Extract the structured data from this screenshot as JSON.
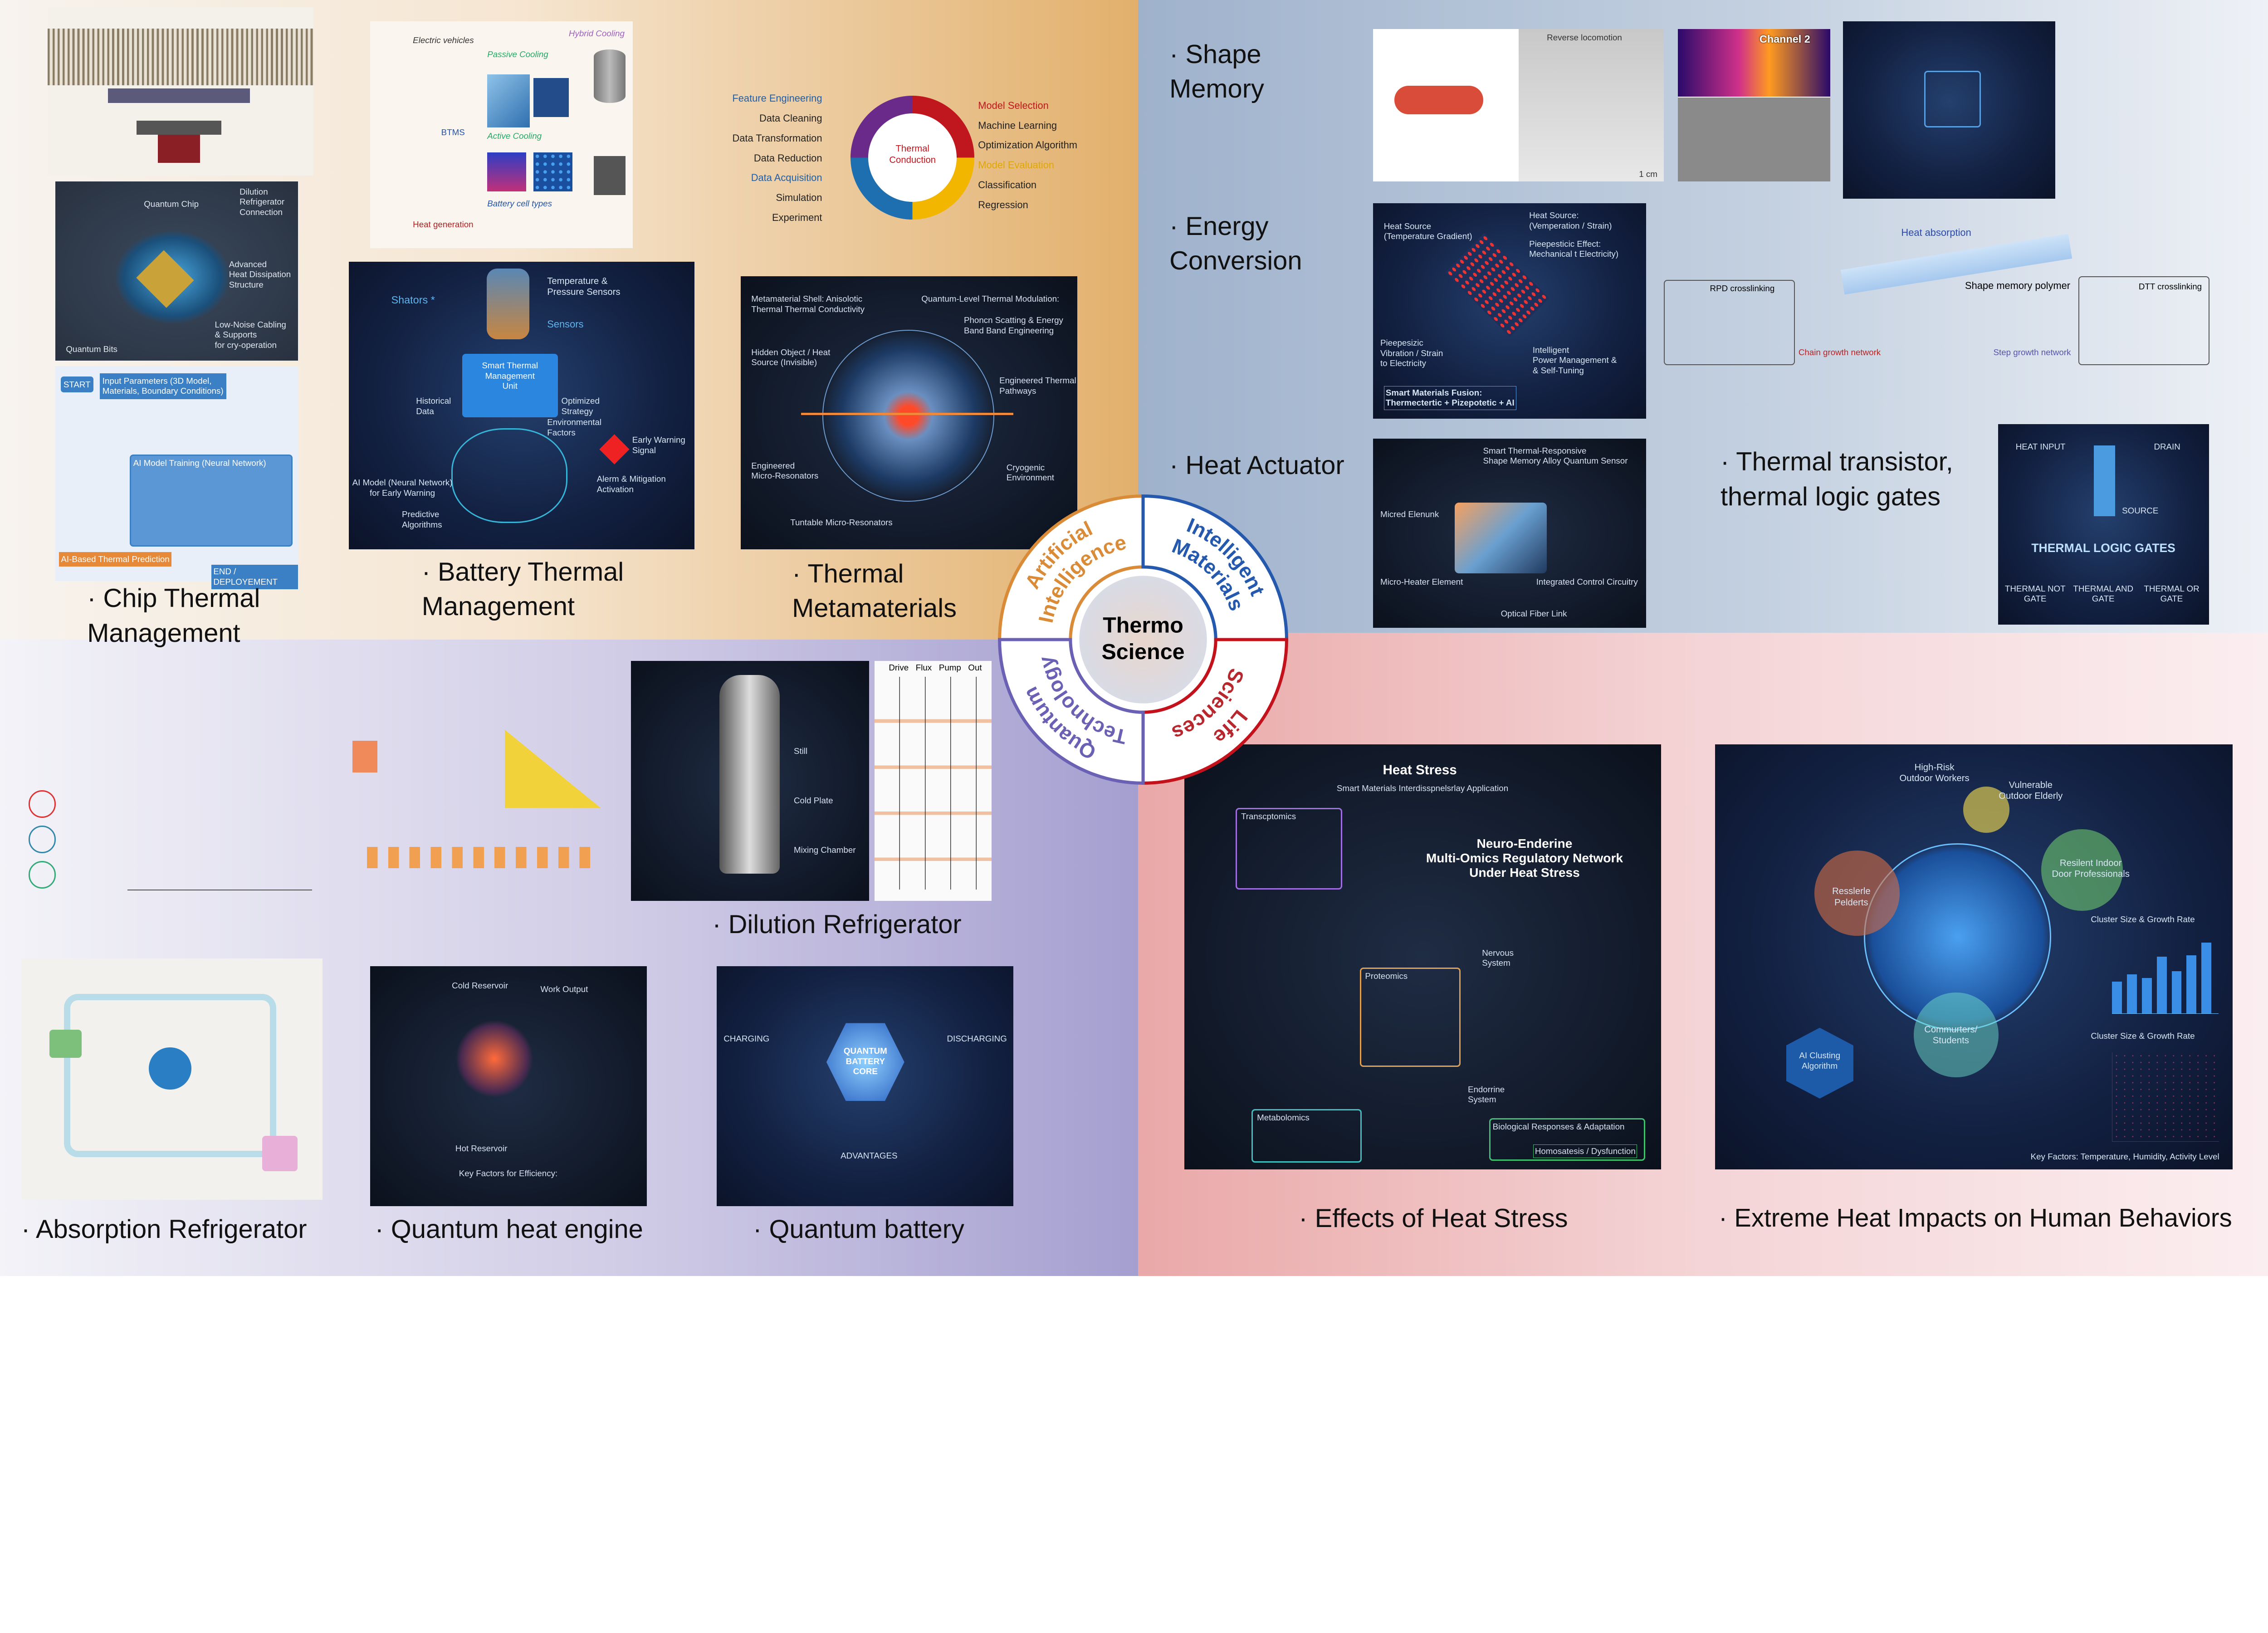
{
  "center": {
    "title_line1": "Thermo",
    "title_line2": "Science"
  },
  "wheel": {
    "ai": {
      "line1": "Artificial",
      "line2": "Intelligence",
      "color": "#d98b38"
    },
    "materials": {
      "line1": "Intelligent",
      "line2": "Materials",
      "color": "#2559ad"
    },
    "life": {
      "line1": "Life",
      "line2": "Sciences",
      "color": "#c4121c"
    },
    "quantum": {
      "line1": "Quantum",
      "line2": "Technology",
      "color": "#6a60b4"
    }
  },
  "labels": {
    "chip": "· Chip Thermal\n   Management",
    "battery": "· Battery Thermal\n   Management",
    "meta": "· Thermal\n   Metamaterials",
    "shape": "· Shape\n   Memory",
    "energy": "· Energy\n   Conversion",
    "actuator": "· Heat Actuator",
    "transistor": "· Thermal transistor,\n   thermal logic gates",
    "dilution": "· Dilution Refrigerator",
    "absorption": "· Absorption Refrigerator",
    "engine": "· Quantum heat engine",
    "qbattery": "· Quantum battery",
    "effects": "· Effects of Heat Stress",
    "extreme": "· Extreme Heat Impacts on Human Behaviors"
  },
  "panels": {
    "quantum_chip": {
      "a": "Quantum Chip",
      "b": "Dilution\nRefrigerator\nConnection",
      "c": "Advanced\nHeat Dissipation\nStructure",
      "d": "Low-Noise Cabling\n& Supports\nfor cry-operation",
      "e": "Quantum Bits"
    },
    "flow": {
      "start": "START",
      "input": "Input Parameters (3D Model,\nMaterials, Boundary Conditions)",
      "training": "AI Model Training (Neural Network)",
      "predict": "AI-Based Thermal Prediction",
      "end": "END / DEPLOYEMENT"
    },
    "btms": {
      "a": "Electric vehicles",
      "b": "Passive Cooling",
      "c": "Active Cooling",
      "d": "BTMS",
      "e": "Heat generation",
      "f": "Battery cell types",
      "g": "Hybrid Cooling"
    },
    "ai_wheel": {
      "left": [
        "Feature Engineering",
        "Data Cleaning",
        "Data Transformation",
        "Data Reduction",
        "Data Acquisition",
        "Simulation",
        "Experiment"
      ],
      "right": [
        "Model Selection",
        "Machine Learning",
        "Optimization Algorithm",
        "Model Evaluation",
        "Classification",
        "Regression"
      ],
      "core": "Thermal\nConduction"
    },
    "battery": {
      "a": "Temperature &\nPressure Sensors",
      "b": "Shators *",
      "c": "Sensors",
      "d": "Smart Thermal Management\nUnit",
      "e": "Historical\nData",
      "f": "Optimized\nStrategy",
      "g": "Environmental\nFactors",
      "h": "Early Warning\nSignal",
      "i": "Alerm & Mitigation\nActivation",
      "j": "AI Model (Neural Network)\nfor Early Warning",
      "k": "Predictive\nAlgorithms"
    },
    "meta": {
      "a": "Metamaterial Shell: Anisolotic\nThermal Thermal Conductivity",
      "b": "Quantum-Level Thermal Modulation:",
      "c": "Phoncn Scatting & Energy\nBand Band Engineering",
      "d": "Hidden Object / Heat\nSource (Invisible)",
      "e": "Engineered Thermal\nPathways",
      "f": "Engineered\nMicro-Resonators",
      "g": "Cryogenic\nEnvironment",
      "h": "Tuntable Micro-Resonators"
    },
    "shape": {
      "a": "Reverse locomotion",
      "b": "Channel 2",
      "c": "1 cm"
    },
    "energy": {
      "a": "Heat Source\n(Temperature Gradient)",
      "b": "Heat Source:\n(Vemperation / Strain)",
      "c": "Pieepesticic Effect:\nMechanical t Electricity)",
      "d": "Pieepesizic\nVibration / Strain\nto Electricity",
      "e": "Intelligent\nPower Management &\n& Self-Tuning",
      "f": "Smart Materials Fusion:\nThermectertic + Pizepotetic + AI"
    },
    "polymer": {
      "a": "Heat absorption",
      "b": "Shape memory polymer",
      "c": "RPD crosslinking",
      "d": "DTT crosslinking",
      "e": "Chain growth network",
      "f": "Step growth network"
    },
    "actuator": {
      "a": "Smart Thermal-Responsive\nShape Memory Alloy Quantum Sensor",
      "b": "Micred Elenunk",
      "c": "Micro-Heater Element",
      "d": "Integrated Control Circuitry",
      "e": "Optical Fiber Link"
    },
    "logic": {
      "title": "THERMAL LOGIC GATES",
      "a": "HEAT INPUT",
      "b": "DRAIN",
      "c": "SOURCE",
      "gates": [
        "THERMAL NOT GATE",
        "THERMAL AND GATE",
        "THERMAL OR GATE"
      ]
    },
    "dilution": {
      "a": "Mixing Chamber",
      "b": "Cold Plate",
      "c": "Still"
    },
    "circuit": {
      "cols": [
        "Drive",
        "Flux",
        "Pump",
        "Out"
      ]
    },
    "engine": {
      "a": "Cold Reservoir",
      "b": "Work Output",
      "c": "Hot Reservoir",
      "d": "Key Factors for Efficiency:"
    },
    "qbattery": {
      "core": "QUANTUM\nBATTERY\nCORE",
      "a": "CHARGING",
      "b": "DISCHARGING",
      "c": "ADVANTAGES"
    },
    "stress": {
      "title": "Heat Stress",
      "subtitle": "Smart Materials Interdisspnelsrlay Application",
      "main": "Neuro-Enderine\nMulti-Omics Regulatory Network\nUnder Heat Stress",
      "a": "Transcptomics",
      "b": "Proteomics",
      "c": "Metabolomics",
      "d": "Nervous\nSystem",
      "e": "Endorrine\nSystem",
      "f": "Biological Responses & Adaptation",
      "g": "Homosatesis / Dysfunction"
    },
    "extreme": {
      "a": "High-Risk\nOutdoor Workers",
      "b": "Vulnerable\nOutdoor Elderly",
      "c": "Resilent Indoor\nDoor Professionals",
      "d": "Resslerle\nPelderts",
      "e": "Commurters/\nStudents",
      "f": "AI Clusting\nAlgorithm",
      "g": "Cluster Size & Growth Rate",
      "h": "Cluster Size & Growth Rate",
      "i": "Key Factors: Temperature, Humidity, Activity Level",
      "bars": [
        0.45,
        0.55,
        0.5,
        0.8,
        0.6,
        0.82,
        1.0
      ]
    }
  }
}
